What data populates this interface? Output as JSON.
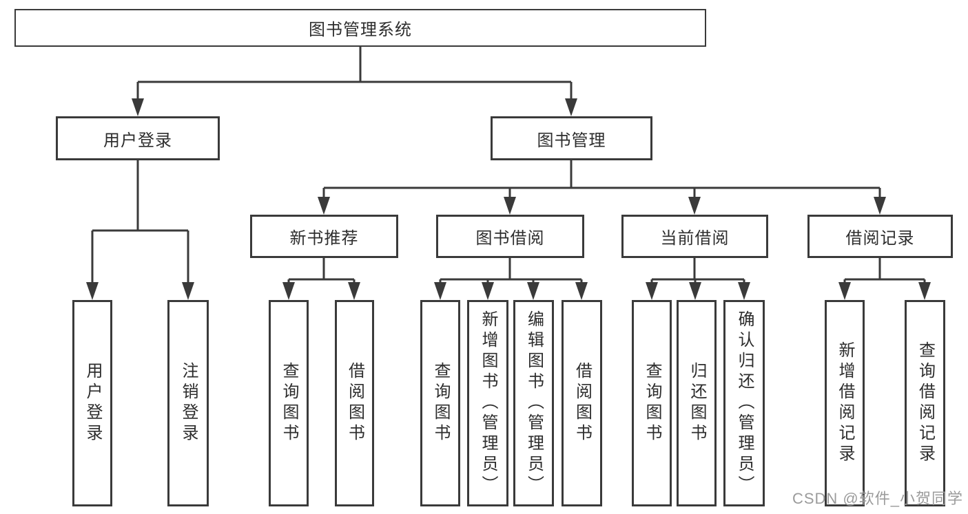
{
  "diagram": {
    "root": "图书管理系统",
    "level2": [
      "用户登录",
      "图书管理"
    ],
    "level3": [
      "新书推荐",
      "图书借阅",
      "当前借阅",
      "借阅记录"
    ],
    "leaves": {
      "user_login": [
        "用户登录",
        "注销登录"
      ],
      "new_book_rec": [
        "查询图书",
        "借阅图书"
      ],
      "book_borrow": [
        "查询图书",
        "新增图书（管理员）",
        "编辑图书（管理员）",
        "借阅图书"
      ],
      "current_borrow": [
        "查询图书",
        "归还图书",
        "确认归还（管理员）"
      ],
      "borrow_records": [
        "新增借阅记录",
        "查询借阅记录"
      ]
    }
  },
  "watermark": "CSDN @软件_小贺同学",
  "colors": {
    "line": "#3a3a3a",
    "text": "#2d2d2d",
    "watermark": "#9b9b9b",
    "background": "#ffffff"
  }
}
